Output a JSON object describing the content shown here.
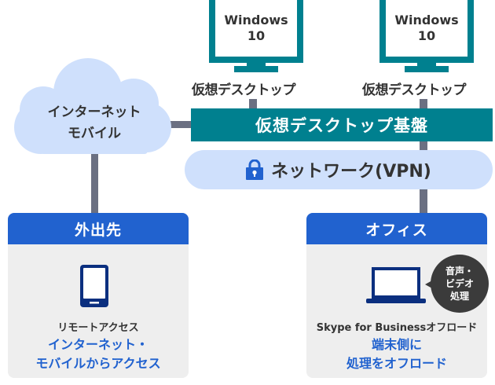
{
  "desktops": [
    {
      "os_line1": "Windows",
      "os_line2": "10",
      "label": "仮想デスクトップ"
    },
    {
      "os_line1": "Windows",
      "os_line2": "10",
      "label": "仮想デスクトップ"
    }
  ],
  "platform": {
    "label": "仮想デスクトップ基盤"
  },
  "network": {
    "label": "ネットワーク(VPN)",
    "icon": "lock-icon"
  },
  "cloud": {
    "line1": "インターネット",
    "line2": "モバイル",
    "icon": "cloud-icon"
  },
  "remote_card": {
    "title": "外出先",
    "device_icon": "tablet-icon",
    "subtitle": "リモートアクセス",
    "highlight_line1": "インターネット・",
    "highlight_line2": "モバイルからアクセス"
  },
  "office_card": {
    "title": "オフィス",
    "device_icon": "laptop-icon",
    "bubble_lines": [
      "音声・",
      "ビデオ",
      "処理"
    ],
    "subtitle": "Skype for Businessオフロード",
    "highlight_line1": "端末側に",
    "highlight_line2": "処理をオフロード"
  },
  "colors": {
    "teal": "#00808f",
    "blue": "#2162cf",
    "light_blue": "#cfe0fc",
    "connector": "#6b7082",
    "card_bg": "#eeeeee",
    "device_navy": "#0b2f7f",
    "bubble": "#3b3b3b"
  }
}
